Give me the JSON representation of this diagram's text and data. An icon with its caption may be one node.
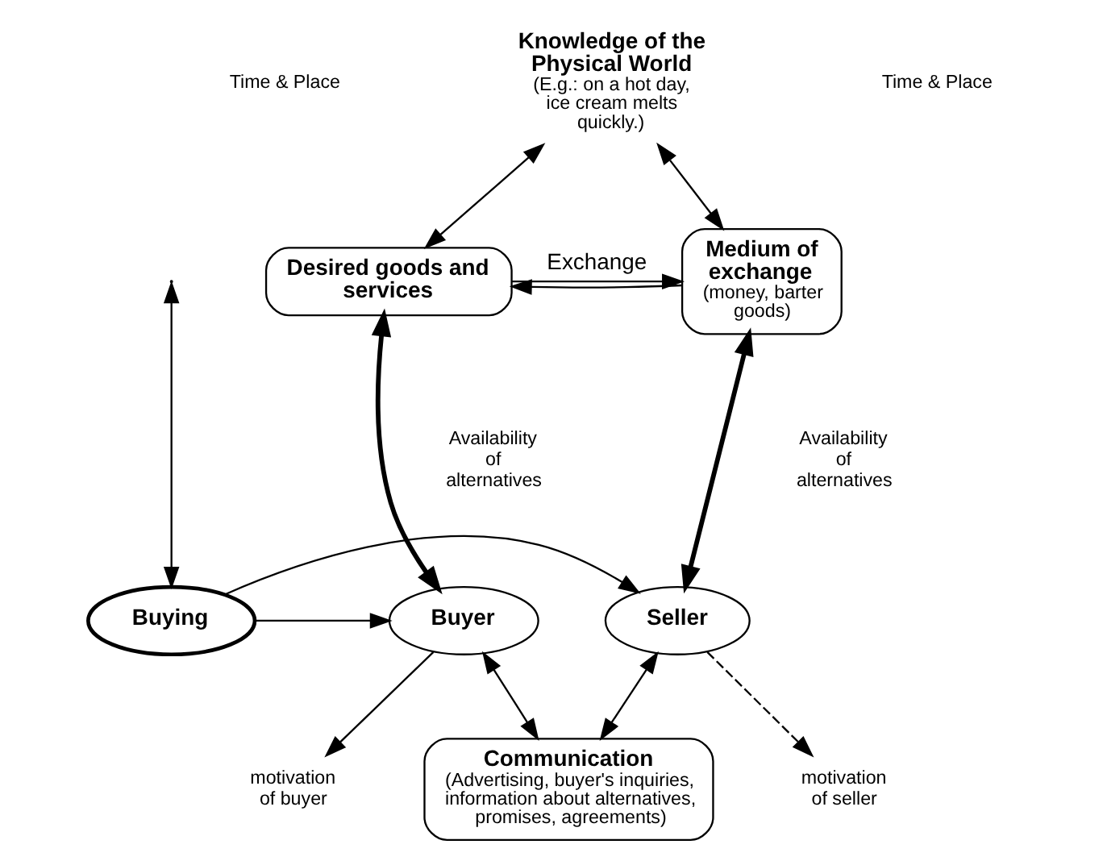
{
  "diagram": {
    "nodes": [
      {
        "text": [
          "Knowledge of the Physical World",
          "(E.g.: on a hot day, ice cream melts quickly.)"
        ]
      },
      {
        "text": [
          "Desired goods and services"
        ]
      },
      {
        "text": [
          "Medium of exchange",
          "(money, barter goods)"
        ]
      },
      {
        "text": [
          "Buyer"
        ]
      },
      {
        "text": [
          "Buying"
        ]
      },
      {
        "text": [
          "Seller"
        ]
      },
      {
        "text": [
          "Communication",
          "(Advertising, buyer's inquiries, information about alternatives, promises, agreements)"
        ]
      },
      {
        "text": [
          "motivation of buyer"
        ]
      },
      {
        "text": [
          "motivation of seller"
        ]
      }
    ],
    "edges": [
      {
        "from": 0,
        "to": 1,
        "arrow": "both"
      },
      {
        "from": 0,
        "to": 2,
        "arrow": "both"
      },
      {
        "from": 1,
        "to": 2,
        "arrow": "to",
        "label": "Exchange"
      },
      {
        "from": 2,
        "to": 1,
        "arrow": "to"
      },
      {
        "from": null,
        "to": 4,
        "arrow": "both"
      },
      {
        "from": 1,
        "to": 3,
        "arrow": "both",
        "style": "thick"
      },
      {
        "from": 2,
        "to": 5,
        "arrow": "both",
        "style": "thick"
      },
      {
        "from": 4,
        "to": 3,
        "arrow": "to"
      },
      {
        "from": 4,
        "to": 5,
        "arrow": "to"
      },
      {
        "from": 3,
        "to": 6,
        "arrow": "both"
      },
      {
        "from": 5,
        "to": 6,
        "arrow": "both"
      },
      {
        "from": 3,
        "to": 7,
        "arrow": "to"
      },
      {
        "from": 5,
        "to": 8,
        "arrow": "to",
        "style": "dashed"
      }
    ],
    "labels": [
      "Time & Place",
      "Time & Place",
      "Availability of alternatives",
      "Availability of alternatives"
    ]
  }
}
